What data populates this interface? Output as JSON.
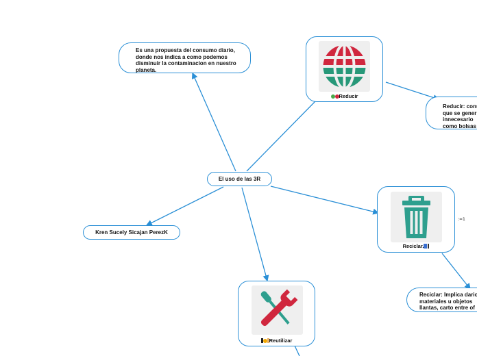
{
  "diagram": {
    "central": {
      "label": "El uso de las 3R"
    },
    "definition": {
      "text": "Es una propuesta del consumo diario, donde nos indica a como podemos disminuir la contaminacion en nuestro planeta."
    },
    "author": {
      "label": "Kren Sucely Sicajan PerezK"
    },
    "reducir": {
      "label": "Reducir",
      "detail": "Reducir: cons que se gener innecesario como bolsas"
    },
    "reciclar": {
      "label": "Reciclar.",
      "detail": "Reciclar: Implica dario materiales u objetos llantas, carto entre of",
      "note": ":=1"
    },
    "reutilizar": {
      "label": "Reutilizar"
    }
  },
  "colors": {
    "line": "#2a8fd6",
    "globe_red": "#d0273e",
    "globe_green": "#1e9e7c",
    "bin_teal": "#2e9f8e",
    "wrench_red": "#d0273e",
    "screwdriver_teal": "#2e9f8e"
  },
  "icons": [
    "globe-icon",
    "trash-bin-icon",
    "wrench-screwdriver-icon"
  ]
}
